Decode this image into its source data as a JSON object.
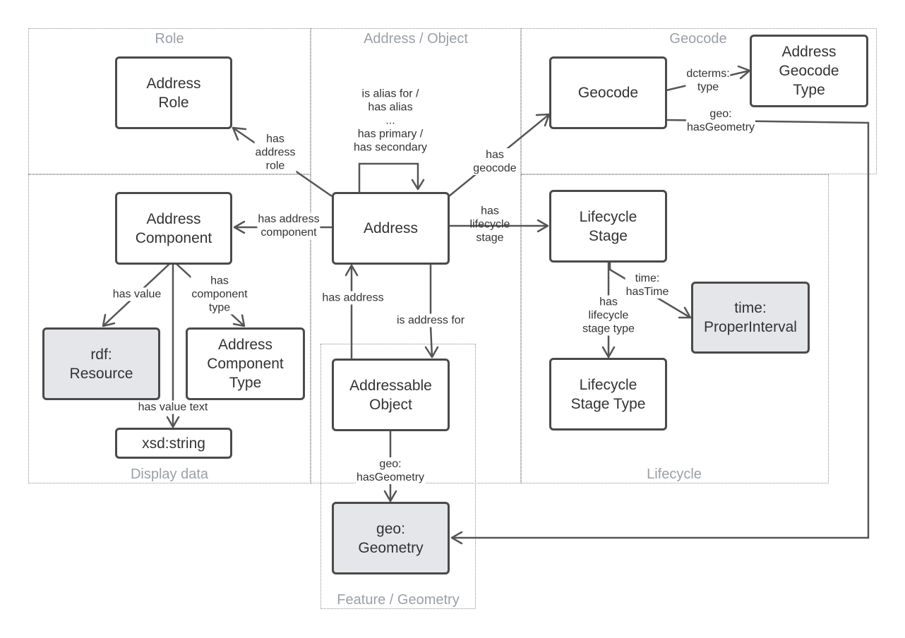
{
  "regions": {
    "role": {
      "title": "Role"
    },
    "address_object": {
      "title": "Address / Object"
    },
    "geocode": {
      "title": "Geocode"
    },
    "display_data": {
      "title": "Display data"
    },
    "lifecycle": {
      "title": "Lifecycle"
    },
    "feature_geometry": {
      "title": "Feature / Geometry"
    }
  },
  "nodes": {
    "address_role": {
      "label": "Address\nRole",
      "external": false
    },
    "address": {
      "label": "Address",
      "external": false
    },
    "geocode": {
      "label": "Geocode",
      "external": false
    },
    "address_geocode_type": {
      "label": "Address\nGeocode\nType",
      "external": false
    },
    "address_component": {
      "label": "Address\nComponent",
      "external": false
    },
    "lifecycle_stage": {
      "label": "Lifecycle\nStage",
      "external": false
    },
    "rdf_resource": {
      "label": "rdf:\nResource",
      "external": true
    },
    "address_component_type": {
      "label": "Address\nComponent\nType",
      "external": false
    },
    "xsd_string": {
      "label": "xsd:string",
      "external": false
    },
    "addressable_object": {
      "label": "Addressable\nObject",
      "external": false
    },
    "time_proper_interval": {
      "label": "time:\nProperInterval",
      "external": true
    },
    "lifecycle_stage_type": {
      "label": "Lifecycle\nStage Type",
      "external": false
    },
    "geo_geometry": {
      "label": "geo:\nGeometry",
      "external": true
    }
  },
  "edges": {
    "has_address_role": {
      "label": "has\naddress\nrole"
    },
    "alias_primary": {
      "label": "is alias for /\nhas alias\n...\nhas primary /\nhas secondary"
    },
    "has_geocode": {
      "label": "has\ngeocode"
    },
    "dcterms_type": {
      "label": "dcterms:\ntype"
    },
    "geocode_has_geometry": {
      "label": "geo:\nhasGeometry"
    },
    "has_address_component": {
      "label": "has address\ncomponent"
    },
    "has_lifecycle_stage": {
      "label": "has\nlifecycle\nstage"
    },
    "has_value": {
      "label": "has value"
    },
    "has_component_type": {
      "label": "has\ncomponent\ntype"
    },
    "has_value_text": {
      "label": "has value text"
    },
    "has_address": {
      "label": "has address"
    },
    "is_address_for": {
      "label": "is address for"
    },
    "time_has_time": {
      "label": "time:\nhasTime"
    },
    "has_lifecycle_stage_type": {
      "label": "has\nlifecycle\nstage type"
    },
    "object_has_geometry": {
      "label": "geo:\nhasGeometry"
    }
  },
  "colors": {
    "node_border": "#4a4a4a",
    "external_fill": "#e4e6ea",
    "region_title": "#9aa0a8",
    "edge": "#555555"
  }
}
